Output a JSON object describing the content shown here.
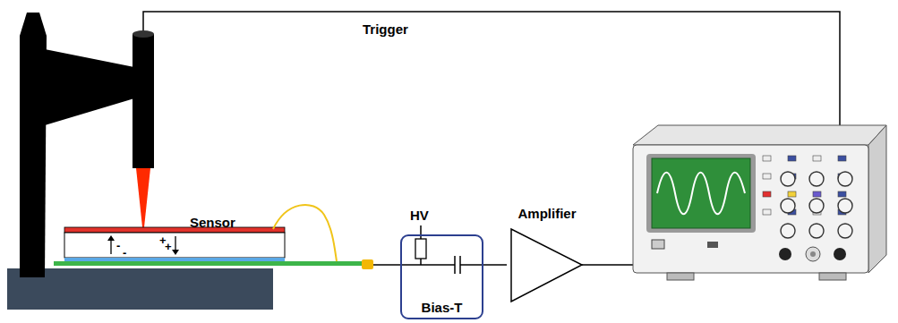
{
  "diagram": {
    "nodes": [
      {
        "text": [
          "Sensor"
        ]
      },
      {
        "text": [
          "Bias-T"
        ]
      },
      {
        "text": [
          "Amplifier"
        ]
      }
    ],
    "edges": [
      {
        "from": 0,
        "to": 1,
        "arrow": "none"
      },
      {
        "from": 1,
        "to": 2,
        "arrow": "none"
      }
    ],
    "labels": [
      "Trigger",
      "HV",
      "-",
      "-",
      "+",
      "+"
    ]
  }
}
